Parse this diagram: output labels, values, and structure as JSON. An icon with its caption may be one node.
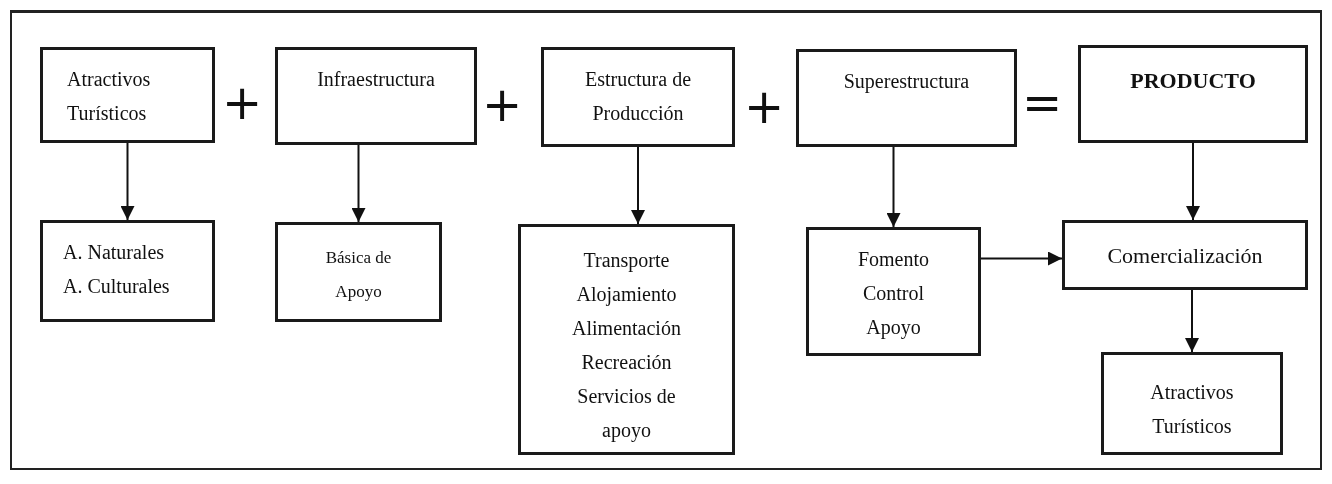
{
  "diagram": {
    "nodes": [
      {
        "text": [
          "Atractivos Turísticos"
        ]
      },
      {
        "text": [
          "Infraestructura"
        ]
      },
      {
        "text": [
          "Estructura de Producción"
        ]
      },
      {
        "text": [
          "Superestructura"
        ]
      },
      {
        "text": [
          "PRODUCTO"
        ]
      },
      {
        "text": [
          "A. Naturales A. Culturales"
        ]
      },
      {
        "text": [
          "Básica de Apoyo"
        ]
      },
      {
        "text": [
          "Transporte Alojamiento Alimentación Recreación Servicios de apoyo"
        ]
      },
      {
        "text": [
          "Fomento Control Apoyo"
        ]
      },
      {
        "text": [
          "Comercialización"
        ]
      },
      {
        "text": [
          "Atractivos Turísticos"
        ]
      }
    ],
    "edges": [
      {
        "from": 0,
        "to": 5,
        "arrow": "to"
      },
      {
        "from": 1,
        "to": 6,
        "arrow": "to"
      },
      {
        "from": 2,
        "to": 7,
        "arrow": "to"
      },
      {
        "from": 3,
        "to": 8,
        "arrow": "to"
      },
      {
        "from": 4,
        "to": 9,
        "arrow": "to"
      },
      {
        "from": 8,
        "to": 9,
        "arrow": "to"
      },
      {
        "from": 9,
        "to": 10,
        "arrow": "to"
      }
    ],
    "labels": [
      "+",
      "+",
      "+",
      "="
    ]
  }
}
